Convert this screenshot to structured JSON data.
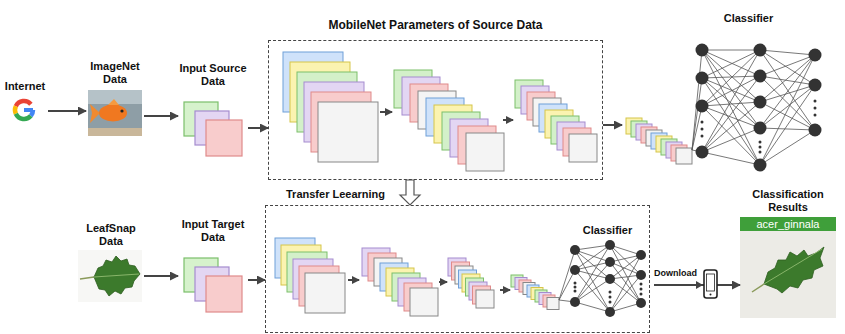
{
  "diagram": {
    "nodes": [
      {
        "text": [
          "Internet"
        ]
      },
      {
        "text": [
          "ImageNet Data"
        ]
      },
      {
        "text": [
          "Input Source Data"
        ]
      },
      {
        "text": [
          "MobileNet Parameters of Source Data"
        ]
      },
      {
        "text": [
          "Classifier"
        ]
      },
      {
        "text": [
          "LeafSnap Data"
        ]
      },
      {
        "text": [
          "Input Target Data"
        ]
      },
      {
        "text": [
          "Transfer Leearning"
        ]
      },
      {
        "text": [
          "Classifier"
        ],
        "in": 7
      },
      {
        "text": [
          "Classification Results",
          "acer_ginnala"
        ]
      }
    ],
    "edges": [
      {
        "from": 0,
        "to": 1,
        "arrow": "to"
      },
      {
        "from": 1,
        "to": 2,
        "arrow": "to"
      },
      {
        "from": 2,
        "to": 3,
        "arrow": "to"
      },
      {
        "from": 3,
        "to": 4,
        "arrow": "to"
      },
      {
        "from": 3,
        "to": 7,
        "arrow": "to"
      },
      {
        "from": 5,
        "to": 6,
        "arrow": "to"
      },
      {
        "from": 6,
        "to": 7,
        "arrow": "to"
      },
      {
        "from": 8,
        "to": 9,
        "label": "Download",
        "arrow": "to"
      }
    ]
  }
}
